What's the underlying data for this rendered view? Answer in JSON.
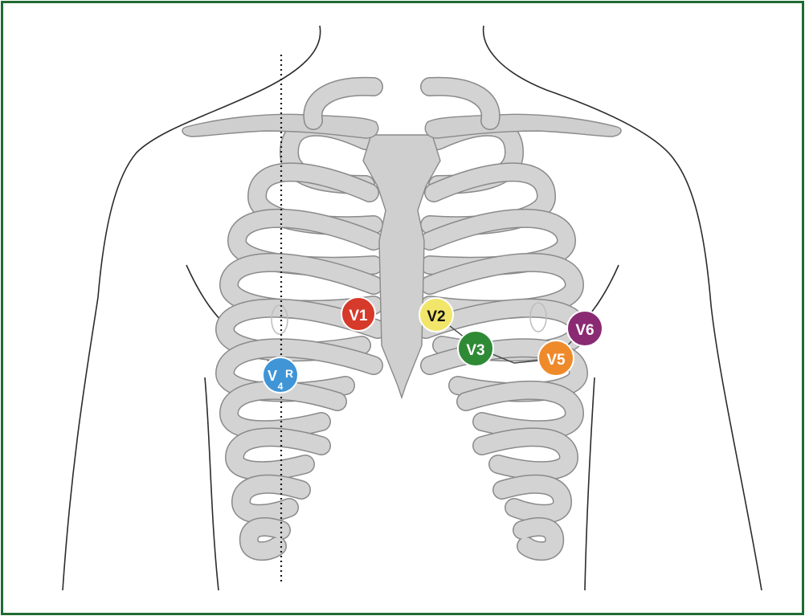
{
  "frame": {
    "border_color": "#1f6b32"
  },
  "electrodes": [
    {
      "id": "v1",
      "label": "V1",
      "color": "#d63a2a",
      "text_color": "#ffffff"
    },
    {
      "id": "v2",
      "label": "V2",
      "color": "#f2e66a",
      "text_color": "#111111"
    },
    {
      "id": "v3",
      "label": "V3",
      "color": "#2f8a35",
      "text_color": "#ffffff"
    },
    {
      "id": "v5",
      "label": "V5",
      "color": "#ef8a2a",
      "text_color": "#ffffff"
    },
    {
      "id": "v6",
      "label": "V6",
      "color": "#8a2a73",
      "text_color": "#ffffff"
    },
    {
      "id": "v4r",
      "label_main": "V",
      "label_sub": "4",
      "label_sup": "R",
      "color": "#3f95d6",
      "text_color": "#ffffff"
    }
  ]
}
